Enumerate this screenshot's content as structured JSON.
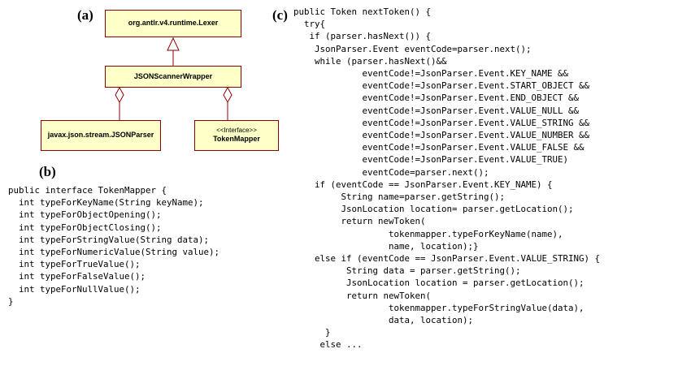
{
  "labels": {
    "a": "(a)",
    "b": "(b)",
    "c": "(c)"
  },
  "diagram": {
    "lexer": "org.antlr.v4.runtime.Lexer",
    "wrapper": "JSONScannerWrapper",
    "parser": "javax.json.stream.JSONParser",
    "tokenmapper_stereotype": "<<Interface>>",
    "tokenmapper": "TokenMapper"
  },
  "code_b": "public interface TokenMapper {\n  int typeForKeyName(String keyName);\n  int typeForObjectOpening();\n  int typeForObjectClosing();\n  int typeForStringValue(String data);\n  int typeForNumericValue(String value);\n  int typeForTrueValue();\n  int typeForFalseValue();\n  int typeForNullValue();\n}",
  "code_c": "public Token nextToken() {\n  try{\n   if (parser.hasNext()) {\n    JsonParser.Event eventCode=parser.next();\n    while (parser.hasNext()&&\n             eventCode!=JsonParser.Event.KEY_NAME &&\n             eventCode!=JsonParser.Event.START_OBJECT &&\n             eventCode!=JsonParser.Event.END_OBJECT &&\n             eventCode!=JsonParser.Event.VALUE_NULL &&\n             eventCode!=JsonParser.Event.VALUE_STRING &&\n             eventCode!=JsonParser.Event.VALUE_NUMBER &&\n             eventCode!=JsonParser.Event.VALUE_FALSE &&\n             eventCode!=JsonParser.Event.VALUE_TRUE)\n             eventCode=parser.next();\n    if (eventCode == JsonParser.Event.KEY_NAME) {\n         String name=parser.getString();\n         JsonLocation location= parser.getLocation();\n         return newToken(\n                  tokenmapper.typeForKeyName(name),\n                  name, location);}\n    else if (eventCode == JsonParser.Event.VALUE_STRING) {\n          String data = parser.getString();\n          JsonLocation location = parser.getLocation();\n          return newToken(\n                  tokenmapper.typeForStringValue(data),\n                  data, location);\n      }\n     else ..."
}
